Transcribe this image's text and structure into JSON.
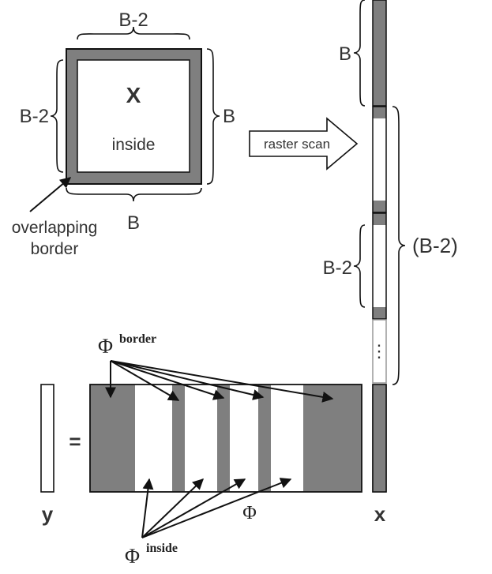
{
  "block": {
    "label_top": "B-2",
    "label_left": "B-2",
    "label_right": "B",
    "label_bottom": "B",
    "center_symbol": "X",
    "inside_label": "inside",
    "border_caption_line1": "overlapping",
    "border_caption_line2": "border"
  },
  "arrow": {
    "label": "raster scan"
  },
  "column": {
    "label_B": "B",
    "label_B2_inner": "B-2",
    "label_B2_outer": "(B-2)",
    "ellipsis": "⋮"
  },
  "equation": {
    "equals": "=",
    "y_label": "y",
    "x_label": "x",
    "phi_label": "Φ",
    "phi_border_base": "Φ",
    "phi_border_sup": "border",
    "phi_inside_base": "Φ",
    "phi_inside_sup": "inside"
  },
  "colors": {
    "border_gray": "#7f7f7f",
    "stroke": "#111111"
  }
}
